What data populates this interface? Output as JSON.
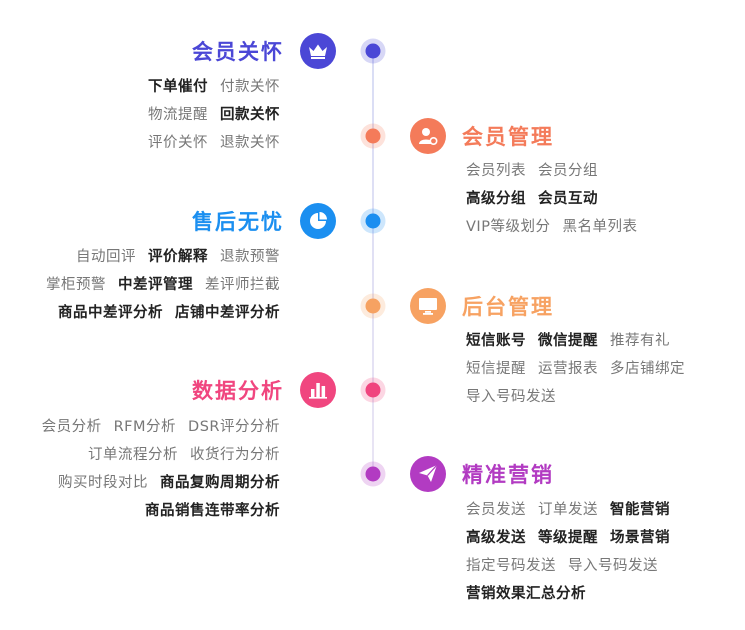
{
  "sections": [
    {
      "title": "会员关怀",
      "color": "#4b47d6",
      "icon": "crown-icon",
      "lines": [
        [
          {
            "t": "下单催付",
            "b": true
          },
          {
            "t": "付款关怀",
            "b": false
          }
        ],
        [
          {
            "t": "物流提醒",
            "b": false
          },
          {
            "t": "回款关怀",
            "b": true
          }
        ],
        [
          {
            "t": "评价关怀",
            "b": false
          },
          {
            "t": "退款关怀",
            "b": false
          }
        ]
      ]
    },
    {
      "title": "会员管理",
      "color": "#f47b5a",
      "icon": "member-settings-icon",
      "lines": [
        [
          {
            "t": "会员列表",
            "b": false
          },
          {
            "t": "会员分组",
            "b": false
          }
        ],
        [
          {
            "t": "高级分组",
            "b": true
          },
          {
            "t": "会员互动",
            "b": true
          }
        ],
        [
          {
            "t": "VIP等级划分",
            "b": false
          },
          {
            "t": "黑名单列表",
            "b": false
          }
        ]
      ]
    },
    {
      "title": "售后无忧",
      "color": "#1b8ff0",
      "icon": "pie-chart-icon",
      "lines": [
        [
          {
            "t": "自动回评",
            "b": false
          },
          {
            "t": "评价解释",
            "b": true
          },
          {
            "t": "退款预警",
            "b": false
          }
        ],
        [
          {
            "t": "掌柜预警",
            "b": false
          },
          {
            "t": "中差评管理",
            "b": true
          },
          {
            "t": "差评师拦截",
            "b": false
          }
        ],
        [
          {
            "t": "商品中差评分析",
            "b": true
          },
          {
            "t": "店铺中差评分析",
            "b": true
          }
        ]
      ]
    },
    {
      "title": "后台管理",
      "color": "#f7a262",
      "icon": "monitor-icon",
      "lines": [
        [
          {
            "t": "短信账号",
            "b": true
          },
          {
            "t": "微信提醒",
            "b": true
          },
          {
            "t": "推荐有礼",
            "b": false
          }
        ],
        [
          {
            "t": "短信提醒",
            "b": false
          },
          {
            "t": "运营报表",
            "b": false
          },
          {
            "t": "多店铺绑定",
            "b": false
          }
        ],
        [
          {
            "t": "导入号码发送",
            "b": false
          }
        ]
      ]
    },
    {
      "title": "数据分析",
      "color": "#f0467f",
      "icon": "bar-chart-icon",
      "lines": [
        [
          {
            "t": "会员分析",
            "b": false
          },
          {
            "t": "RFM分析",
            "b": false
          },
          {
            "t": "DSR评分分析",
            "b": false
          }
        ],
        [
          {
            "t": "订单流程分析",
            "b": false
          },
          {
            "t": "收货行为分析",
            "b": false
          }
        ],
        [
          {
            "t": "购买时段对比",
            "b": false
          },
          {
            "t": "商品复购周期分析",
            "b": true
          }
        ],
        [
          {
            "t": "商品销售连带率分析",
            "b": true
          }
        ]
      ]
    },
    {
      "title": "精准营销",
      "color": "#b23bc2",
      "icon": "paper-plane-icon",
      "lines": [
        [
          {
            "t": "会员发送",
            "b": false
          },
          {
            "t": "订单发送",
            "b": false
          },
          {
            "t": "智能营销",
            "b": true
          }
        ],
        [
          {
            "t": "高级发送",
            "b": true
          },
          {
            "t": "等级提醒",
            "b": true
          },
          {
            "t": "场景营销",
            "b": true
          }
        ],
        [
          {
            "t": "指定号码发送",
            "b": false
          },
          {
            "t": "导入号码发送",
            "b": false
          }
        ],
        [
          {
            "t": "营销效果汇总分析",
            "b": true
          }
        ]
      ]
    }
  ]
}
